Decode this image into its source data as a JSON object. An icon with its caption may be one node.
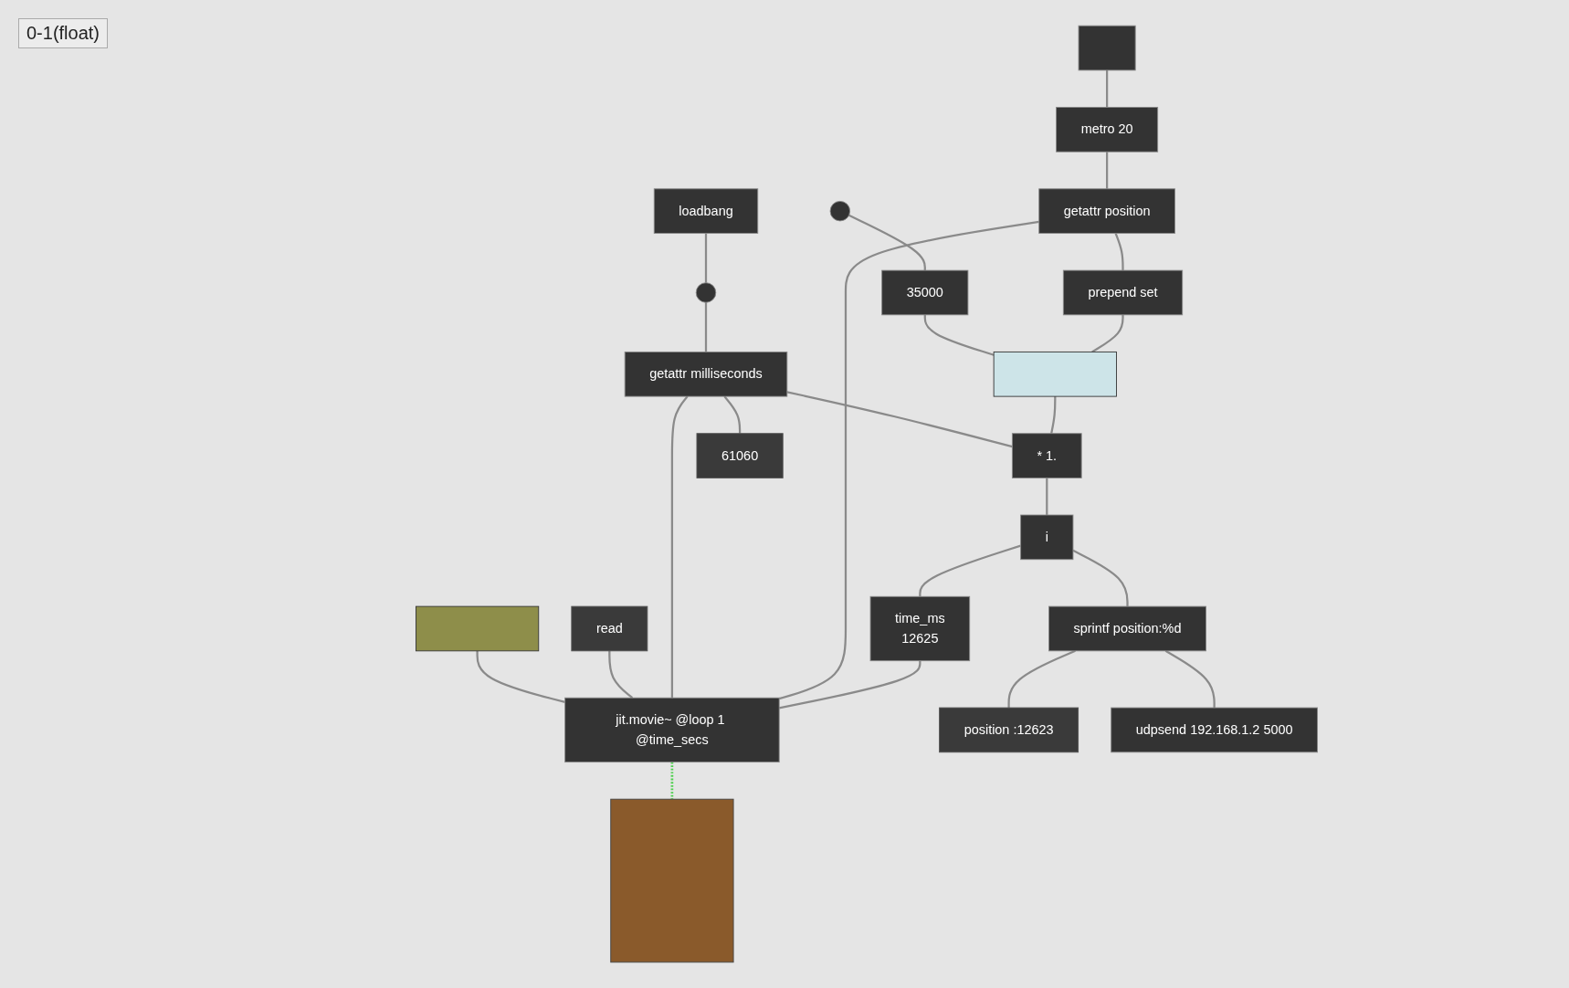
{
  "diagram": {
    "nodes": [
      {
        "text": [],
        "shape": "bar"
      },
      {
        "text": [
          "loadbang"
        ]
      },
      {
        "text": [],
        "shape": "box"
      },
      {
        "text": [],
        "shape": "circle"
      },
      {
        "text": [
          "metro 20"
        ]
      },
      {
        "text": [],
        "shape": "circle"
      },
      {
        "text": [
          "read"
        ]
      },
      {
        "text": [
          "getattr milliseconds"
        ]
      },
      {
        "text": [
          "getattr position"
        ]
      },
      {
        "text": [
          "time_ms",
          "12625"
        ]
      },
      {
        "text": [
          "35000"
        ]
      },
      {
        "text": [
          "jit.movie~ @loop 1 @time_secs"
        ]
      },
      {
        "text": [
          "prepend set"
        ]
      },
      {
        "text": [],
        "shape": "bar"
      },
      {
        "text": [
          "* 1."
        ]
      },
      {
        "text": [
          "61060"
        ]
      },
      {
        "text": [
          "i"
        ]
      },
      {
        "text": [
          "sprintf position:%d"
        ]
      },
      {
        "text": [],
        "shape": "box"
      },
      {
        "text": [
          "position :12623"
        ]
      },
      {
        "text": [
          "udpsend 192.168.1.2 5000"
        ]
      }
    ],
    "edges": [
      {
        "from": 0,
        "to": 11,
        "arrow": "none"
      },
      {
        "from": 1,
        "to": 3,
        "arrow": "none"
      },
      {
        "from": 3,
        "to": 7,
        "arrow": "none"
      },
      {
        "from": 2,
        "to": 4,
        "arrow": "none"
      },
      {
        "from": 4,
        "to": 8,
        "arrow": "none"
      },
      {
        "from": 6,
        "to": 11,
        "arrow": "none"
      },
      {
        "from": 7,
        "to": 11,
        "arrow": "none"
      },
      {
        "from": 8,
        "to": 11,
        "arrow": "none"
      },
      {
        "from": 9,
        "to": 11,
        "arrow": "none"
      },
      {
        "from": 8,
        "to": 12,
        "arrow": "none"
      },
      {
        "from": 5,
        "to": 10,
        "arrow": "none"
      },
      {
        "from": 10,
        "to": 13,
        "arrow": "none"
      },
      {
        "from": 12,
        "to": 13,
        "arrow": "none"
      },
      {
        "from": 11,
        "to": 18,
        "arrow": "none",
        "style": "dashed",
        "color": "#4fd04f"
      },
      {
        "from": 7,
        "to": 15,
        "arrow": "none"
      },
      {
        "from": 7,
        "to": 14,
        "arrow": "none"
      },
      {
        "from": 13,
        "to": 14,
        "arrow": "none"
      },
      {
        "from": 14,
        "to": 16,
        "arrow": "none"
      },
      {
        "from": 16,
        "to": 17,
        "arrow": "none"
      },
      {
        "from": 16,
        "to": 9,
        "arrow": "none"
      },
      {
        "from": 17,
        "to": 19,
        "arrow": "none"
      },
      {
        "from": 17,
        "to": 20,
        "arrow": "none"
      }
    ],
    "labels": [
      "0-1(float)"
    ]
  }
}
